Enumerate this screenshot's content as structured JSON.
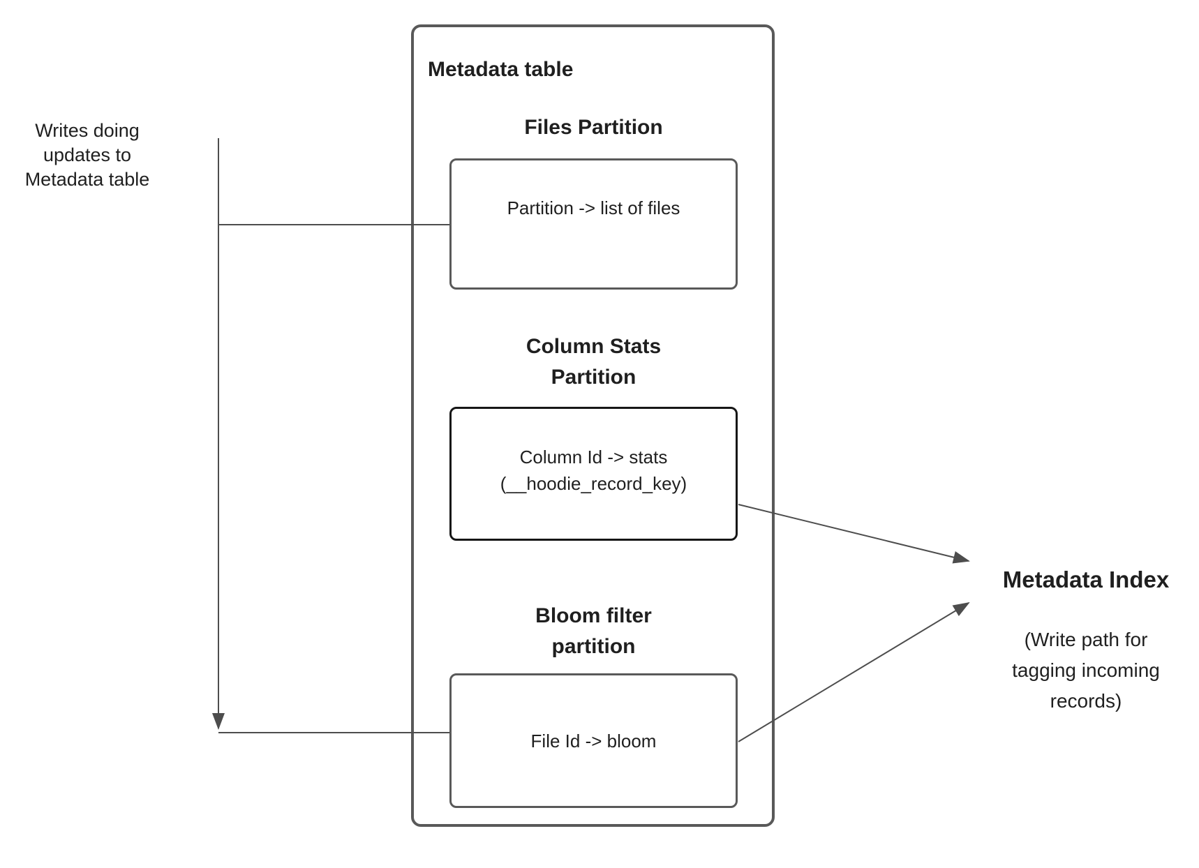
{
  "colors": {
    "box_border_gray": "#595959",
    "box_border_black": "#161616",
    "connector_line": "#4d4d4d",
    "text": "#1f1f1f",
    "background": "#ffffff"
  },
  "notes": {
    "writes": "Writes doing\nupdates to\nMetadata table"
  },
  "metadata_table": {
    "title": "Metadata table",
    "sections": [
      {
        "heading": "Files Partition",
        "box_text": "Partition -> list of files"
      },
      {
        "heading": "Column Stats\nPartition",
        "box_text": "Column Id  -> stats\n(__hoodie_record_key)"
      },
      {
        "heading": "Bloom filter\npartition",
        "box_text": "File Id -> bloom"
      }
    ]
  },
  "metadata_index": {
    "title": "Metadata Index",
    "subtitle": "(Write path for\ntagging incoming\nrecords)"
  }
}
